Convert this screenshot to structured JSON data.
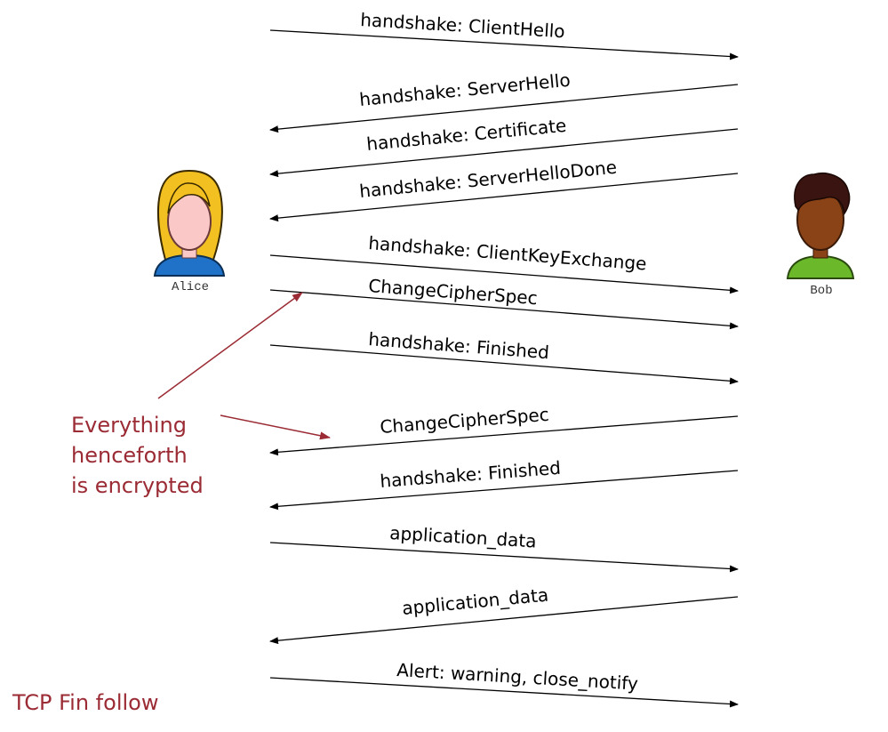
{
  "participants": {
    "alice": {
      "name": "Alice",
      "icon": "alice-avatar-icon"
    },
    "bob": {
      "name": "Bob",
      "icon": "bob-avatar-icon"
    }
  },
  "messages": [
    {
      "label": "handshake: ClientHello",
      "direction": "alice-to-bob"
    },
    {
      "label": "handshake: ServerHello",
      "direction": "bob-to-alice"
    },
    {
      "label": "handshake: Certificate",
      "direction": "bob-to-alice"
    },
    {
      "label": "handshake: ServerHelloDone",
      "direction": "bob-to-alice"
    },
    {
      "label": "handshake: ClientKeyExchange",
      "direction": "alice-to-bob"
    },
    {
      "label": "ChangeCipherSpec",
      "direction": "alice-to-bob"
    },
    {
      "label": "handshake: Finished",
      "direction": "alice-to-bob"
    },
    {
      "label": "ChangeCipherSpec",
      "direction": "bob-to-alice"
    },
    {
      "label": "handshake: Finished",
      "direction": "bob-to-alice"
    },
    {
      "label": "application_data",
      "direction": "alice-to-bob"
    },
    {
      "label": "application_data",
      "direction": "bob-to-alice"
    },
    {
      "label": "Alert: warning, close_notify",
      "direction": "alice-to-bob"
    }
  ],
  "notes": {
    "encrypted_lines": [
      "Everything",
      "henceforth",
      "is encrypted"
    ],
    "tcp_fin": "TCP Fin follow"
  },
  "colors": {
    "arrow": "#000000",
    "note": "#9b2b34",
    "alice_hair": "#f2c020",
    "alice_skin": "#fbc8c8",
    "alice_shirt": "#1f72c8",
    "bob_hair": "#3a1410",
    "bob_skin": "#8a4317",
    "bob_shirt": "#6bb82a"
  }
}
